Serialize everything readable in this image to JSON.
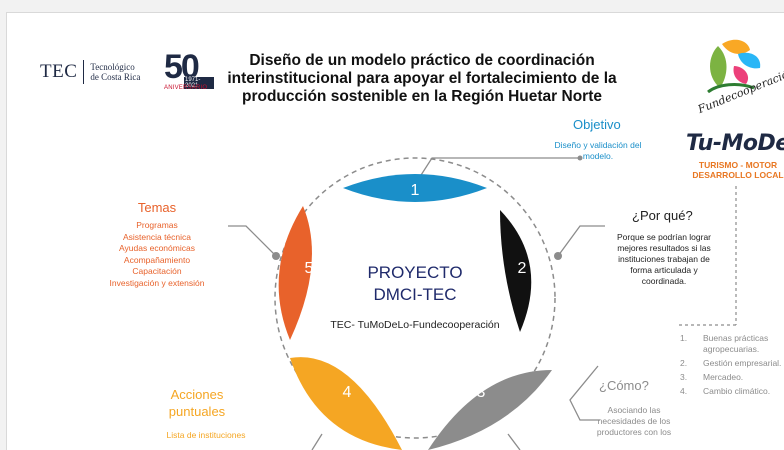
{
  "header": {
    "tec_name": "TEC",
    "tec_subtitle_1": "Tecnológico",
    "tec_subtitle_2": "de Costa Rica",
    "anniversary_number": "50",
    "anniversary_years": "1971-2021",
    "anniversary_label": "ANIVERSARIO",
    "title_line_1": "Diseño de un modelo práctico de coordinación",
    "title_line_2": "interinstitucional para apoyar el fortalecimiento de la",
    "title_line_3": "producción sostenible en la Región Huetar Norte"
  },
  "partner": {
    "fundeco_name": "Fundecooperación",
    "tumodelo_title": "Tu-MoDeLo",
    "tumodelo_sub_1": "TURISMO - MOTOR",
    "tumodelo_sub_2": "DESARROLLO LOCAL",
    "list": [
      {
        "n": "1.",
        "text": "Buenas prácticas agropecuarias."
      },
      {
        "n": "2.",
        "text": "Gestión empresarial."
      },
      {
        "n": "3.",
        "text": "Mercadeo."
      },
      {
        "n": "4.",
        "text": "Cambio climático."
      }
    ]
  },
  "center": {
    "title_line_1": "PROYECTO",
    "title_line_2": "DMCI-TEC",
    "subtitle": "TEC- TuMoDeLo-Fundecooperación"
  },
  "segments": [
    {
      "number": "1",
      "color": "#1a8fc9"
    },
    {
      "number": "2",
      "color": "#111111"
    },
    {
      "number": "3",
      "color": "#8c8c8c"
    },
    {
      "number": "4",
      "color": "#f5a623"
    },
    {
      "number": "5",
      "color": "#e8622b"
    }
  ],
  "labels": {
    "objetivo": {
      "heading": "Objetivo",
      "text_1": "Diseño y validación del",
      "text_2": "modelo."
    },
    "porque": {
      "heading": "¿Por qué?",
      "text_1": "Porque se podrían lograr",
      "text_2": "mejores resultados si las",
      "text_3": "instituciones trabajan de",
      "text_4": "forma articulada y",
      "text_5": "coordinada."
    },
    "como": {
      "heading": "¿Cómo?",
      "text_1": "Asociando las",
      "text_2": "necesidades de los",
      "text_3": "productores con los"
    },
    "temas": {
      "heading": "Temas",
      "items": [
        "Programas",
        "Asistencia técnica",
        "Ayudas económicas",
        "Acompañamiento",
        "Capacitación",
        "Investigación y extensión"
      ]
    },
    "acciones": {
      "heading_1": "Acciones",
      "heading_2": "puntuales",
      "text": "Lista de instituciones"
    }
  },
  "colors": {
    "navy": "#1f2a44",
    "blue": "#1a8fc9",
    "orange": "#e8622b",
    "yellow": "#f5a623",
    "grey": "#8c8c8c",
    "dark": "#111111",
    "brand_orange": "#e87722"
  }
}
